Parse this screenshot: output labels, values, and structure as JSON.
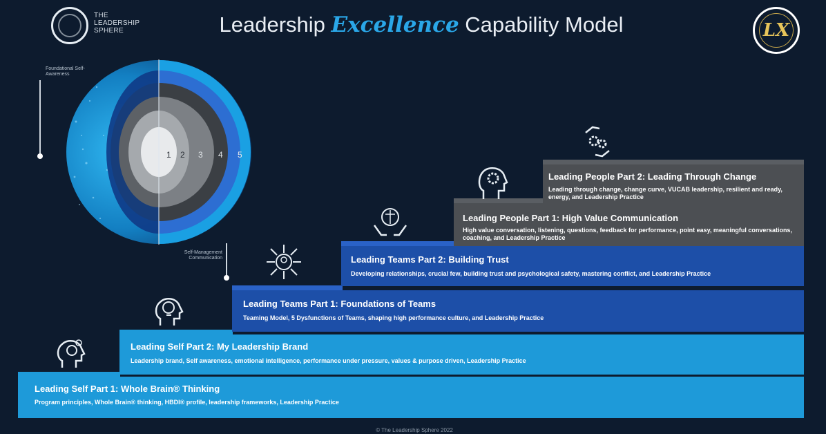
{
  "header": {
    "brand_name": "THE\nLEADERSHIP\nSPHERE",
    "title_pre": "Leadership ",
    "title_accent": "Excellence",
    "title_post": " Capability Model",
    "badge_text": "LX"
  },
  "sphere": {
    "label_top": "Foundational Self-Awareness",
    "label_bottom": "Self-Management Communication",
    "rings": [
      "1",
      "2",
      "3",
      "4",
      "5"
    ]
  },
  "colors": {
    "background": "#0d1b2e",
    "light_blue": "#1e9ad9",
    "mid_blue": "#2a62c7",
    "dark_blue": "#1d4fa8",
    "grey": "#5a5e63",
    "dark_grey": "#3f4245"
  },
  "levels": [
    {
      "title": "Leading Self Part 1: Whole Brain® Thinking",
      "desc": "Program principles, Whole Brain® thinking, HBDI® profile, leadership frameworks, Leadership Practice",
      "icon": "brain-head-icon"
    },
    {
      "title": "Leading Self Part 2: My Leadership Brand",
      "desc": "Leadership brand, Self awareness, emotional intelligence, performance under pressure, values & purpose driven, Leadership Practice",
      "icon": "gear-head-icon"
    },
    {
      "title": "Leading Teams Part 1: Foundations of Teams",
      "desc": "Teaming Model, 5 Dysfunctions of Teams, shaping high performance culture, and Leadership Practice",
      "icon": "lightbulb-head-icon"
    },
    {
      "title": "Leading Teams Part 2: Building Trust",
      "desc": "Developing relationships, crucial few, building trust and psychological safety, mastering conflict, and Leadership Practice",
      "icon": "team-network-icon"
    },
    {
      "title": "Leading People Part 1: High Value Communication",
      "desc": "High value conversation, listening, questions, feedback for performance, point easy, meaningful conversations, coaching, and Leadership Practice",
      "icon": "hands-brain-icon"
    },
    {
      "title": "Leading People Part 2: Leading Through Change",
      "desc": "Leading through change, change curve, VUCAB leadership, resilient and ready, energy, and Leadership Practice",
      "icon": "change-gears-icon"
    }
  ],
  "footer": "© The Leadership Sphere 2022"
}
